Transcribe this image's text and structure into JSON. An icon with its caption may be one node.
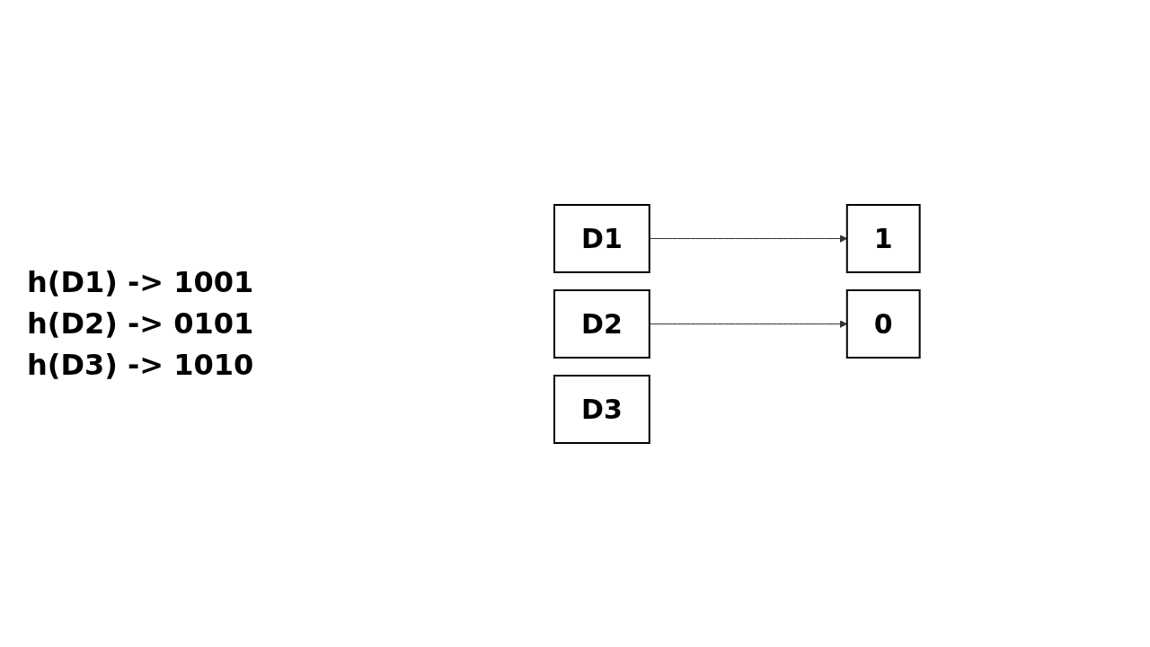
{
  "diagram": {
    "nodes": [
      {
        "text": [
          "D1"
        ]
      },
      {
        "text": [
          "D2"
        ]
      },
      {
        "text": [
          "D3"
        ]
      },
      {
        "text": [
          "0"
        ]
      },
      {
        "text": [
          "1"
        ]
      }
    ],
    "edges": [
      {
        "from": 0,
        "to": 4,
        "arrow": "to"
      },
      {
        "from": 1,
        "to": 3,
        "arrow": "to"
      }
    ],
    "labels": [
      "h(D1) -> 1001",
      "h(D2) -> 0101",
      "h(D3) -> 1010"
    ]
  }
}
